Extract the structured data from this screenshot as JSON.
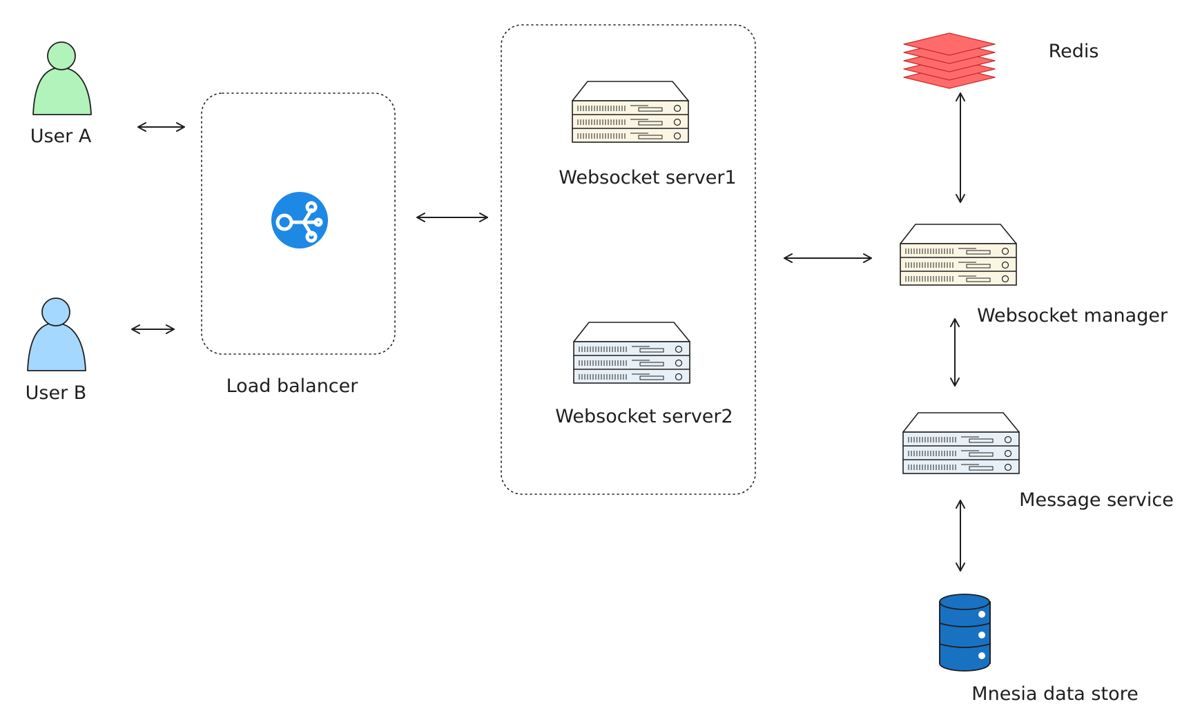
{
  "users": [
    {
      "label": "User A",
      "color": "#b2f2bb"
    },
    {
      "label": "User B",
      "color": "#a5d8ff"
    }
  ],
  "load_balancer": {
    "label": "Load balancer",
    "icon": "share-nodes-icon",
    "color": "#1e88e5"
  },
  "websocket_servers": [
    {
      "label": "Websocket server1"
    },
    {
      "label": "Websocket server2"
    }
  ],
  "redis": {
    "label": "Redis",
    "icon": "layers-icon",
    "color": "#ff6b6b"
  },
  "websocket_manager": {
    "label": "Websocket manager"
  },
  "message_service": {
    "label": "Message service"
  },
  "datastore": {
    "label": "Mnesia data store",
    "icon": "database-icon",
    "color": "#1971c2"
  },
  "colors": {
    "stroke": "#1e1e1e",
    "server_fill_cream": "#fbf6e3",
    "server_fill_blue": "#e7f0f7"
  }
}
